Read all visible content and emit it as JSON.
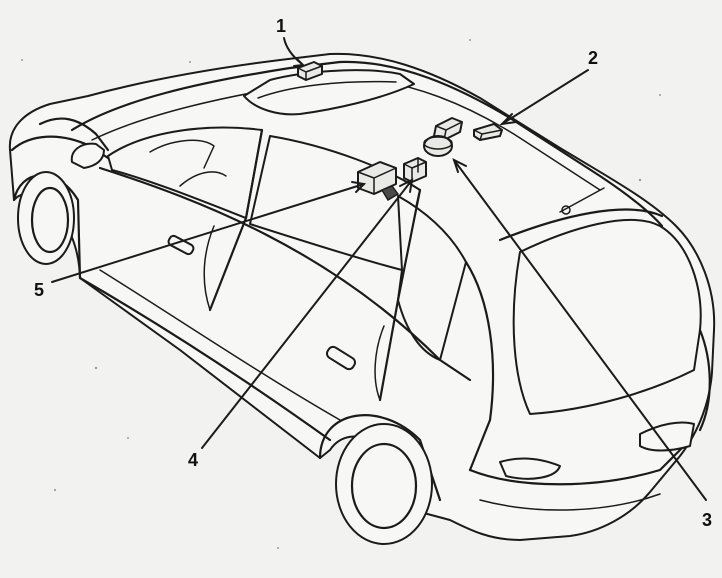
{
  "callouts": [
    {
      "id": "1",
      "label": "1"
    },
    {
      "id": "2",
      "label": "2"
    },
    {
      "id": "3",
      "label": "3"
    },
    {
      "id": "4",
      "label": "4"
    },
    {
      "id": "5",
      "label": "5"
    }
  ],
  "colors": {
    "line": "#1b1b1b",
    "paper": "#f2f2f0"
  }
}
